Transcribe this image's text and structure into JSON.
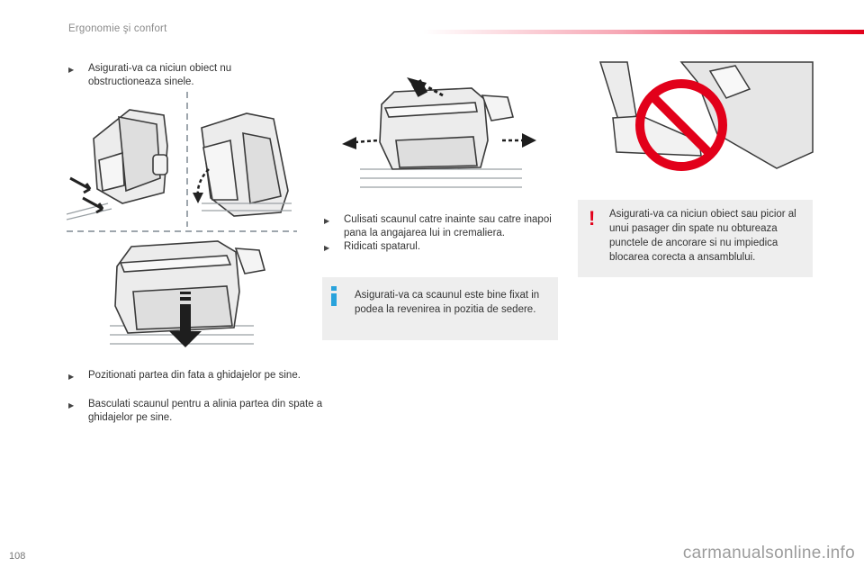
{
  "header": {
    "title": "Ergonomie şi confort",
    "accent_color": "#e2001a"
  },
  "page_number": "108",
  "watermark": "carmanualsonline.info",
  "left_column": {
    "bullet_top": "Asigurati-va ca niciun obiect nu obstructioneaza sinele.",
    "bullets_bottom": [
      "Pozitionati partea din fata a ghidajelor pe sine.",
      "Basculati scaunul pentru a alinia partea din spate a ghidajelor pe sine."
    ]
  },
  "middle_column": {
    "bullets": [
      "Culisati scaunul catre inainte sau catre inapoi pana la angajarea lui in cremaliera.",
      "Ridicati spatarul."
    ],
    "info_note": "Asigurati-va ca scaunul este bine fixat in podea la revenirea in pozitia de sedere.",
    "info_icon": "info-icon",
    "info_color": "#29a3dc"
  },
  "right_column": {
    "warning_note": "Asigurati-va ca niciun obiect sau picior al unui pasager din spate nu obtureaza punctele de ancorare si nu impiedica blocarea corecta a ansamblului.",
    "warning_glyph": "!",
    "prohibition_color": "#e2001a"
  }
}
